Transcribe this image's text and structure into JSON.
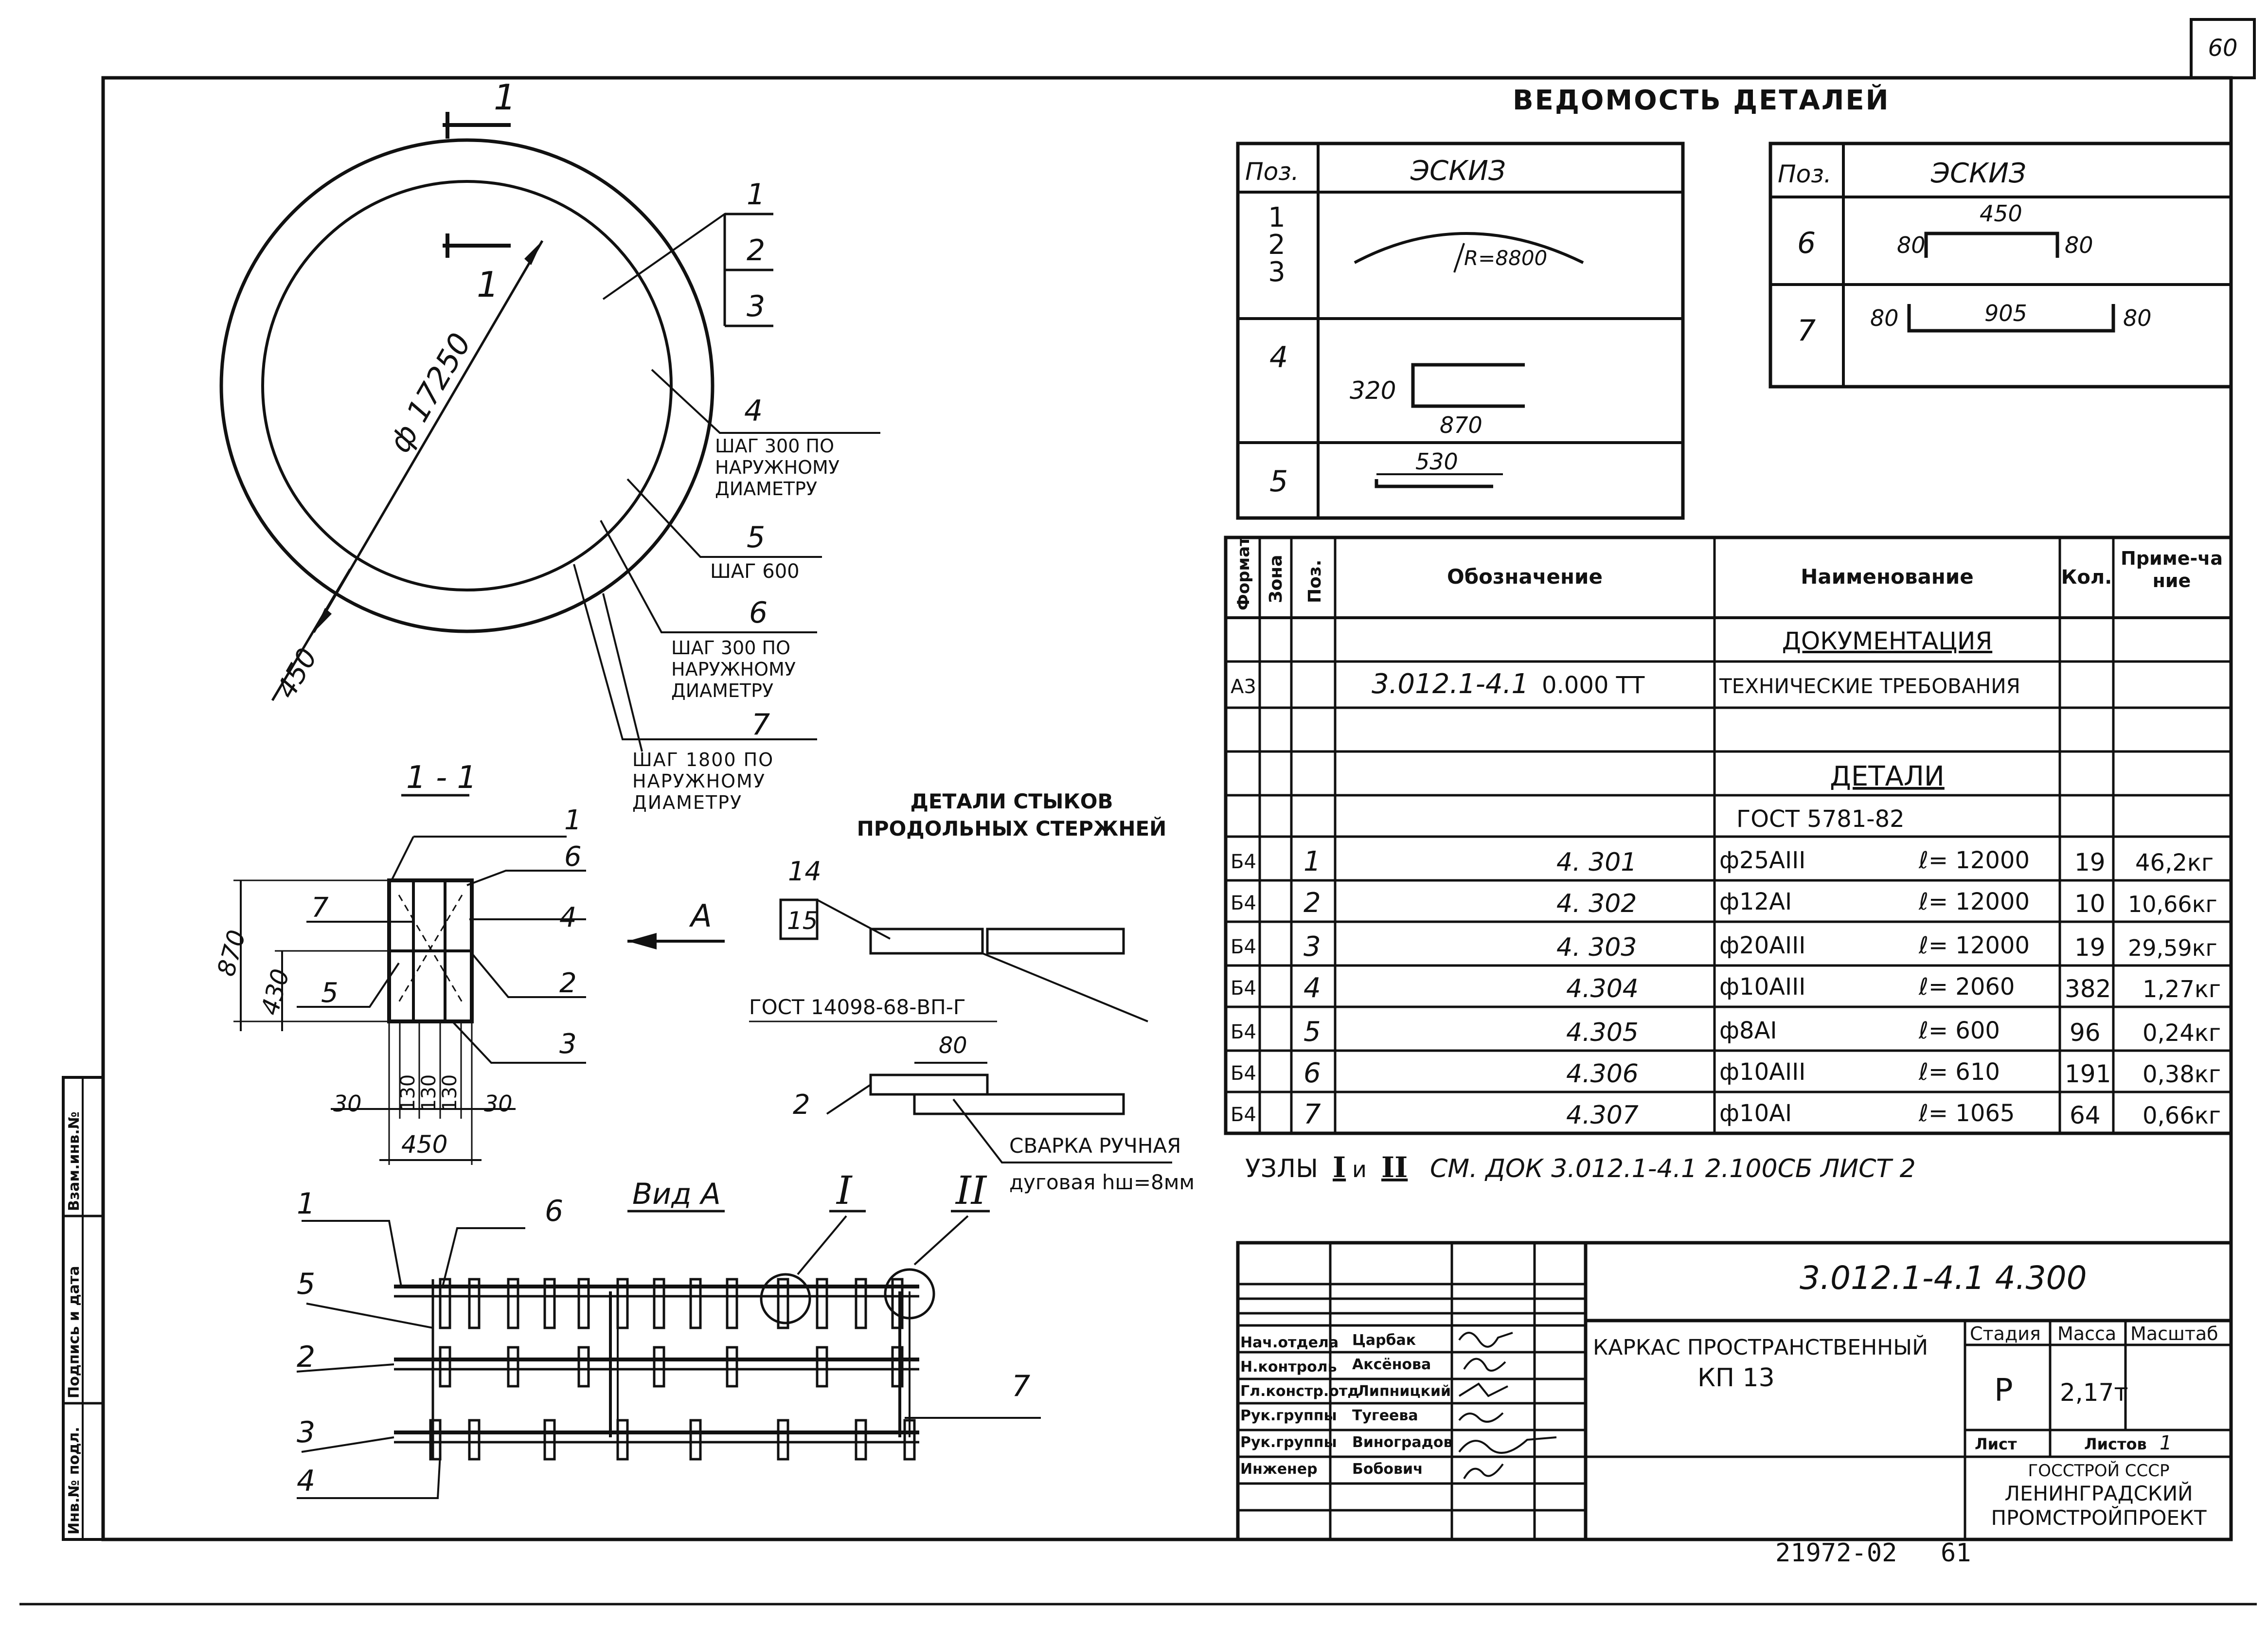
{
  "sheet_number": "60",
  "archive_number": "21972-02",
  "archive_page": "61",
  "left_strip": [
    "Инв.№ подл.",
    "Подпись и дата",
    "Взам.инв.№"
  ],
  "circle": {
    "section_mark": "1",
    "radius_label": "1",
    "diameter": "ф 17250",
    "width_dim": "450",
    "callouts": [
      {
        "pos": "1",
        "note": ""
      },
      {
        "pos": "2",
        "note": ""
      },
      {
        "pos": "3",
        "note": ""
      },
      {
        "pos": "4",
        "note": "шаг 300 по наружному диаметру"
      },
      {
        "pos": "5",
        "note": "шаг 600"
      },
      {
        "pos": "6",
        "note": "шаг 300 по наружному диаметру"
      },
      {
        "pos": "7",
        "note": "шаг 1800 по наружному диаметру"
      }
    ]
  },
  "section_1_1": {
    "title": "1 - 1",
    "height_total": "870",
    "height_lower": "430",
    "bottom_dims": [
      "30",
      "130",
      "130",
      "130",
      "30"
    ],
    "width_total": "450",
    "right_labels": [
      "1",
      "6",
      "4",
      "2",
      "3"
    ],
    "left_labels": [
      "7",
      "5"
    ],
    "arrow_label": "А"
  },
  "joint_details": {
    "title": "Детали стыков продольных стержней",
    "pos_top": "14",
    "pos_top2": "15",
    "gost": "ГОСТ 14098-68-ВП-Г",
    "overlap": "80",
    "pos_lower": "2",
    "weld_line1": "Сварка ручная",
    "weld_line2": "дуговая hш=8мм"
  },
  "view_a": {
    "title": "Вид А",
    "node1": "I",
    "node2": "II",
    "labels": [
      "1",
      "6",
      "5",
      "2",
      "3",
      "4",
      "7"
    ]
  },
  "details_list": {
    "title": "Ведомость деталей",
    "left": {
      "header_pos": "Поз.",
      "header_sketch": "Эскиз",
      "rows": [
        {
          "pos": "1\n2\n3",
          "sketch": "R=8800"
        },
        {
          "pos": "4",
          "sketch_a": "320",
          "sketch_b": "870"
        },
        {
          "pos": "5",
          "sketch": "530"
        }
      ]
    },
    "right": {
      "header_pos": "Поз.",
      "header_sketch": "Эскиз",
      "rows": [
        {
          "pos": "6",
          "mid": "450",
          "left": "80",
          "right": "80"
        },
        {
          "pos": "7",
          "mid": "905",
          "left": "80",
          "right": "80"
        }
      ]
    }
  },
  "spec": {
    "headers": {
      "format": "Формат",
      "zone": "Зона",
      "pos": "Поз.",
      "designation": "Обозначение",
      "name": "Наименование",
      "qty": "Кол.",
      "note": "Приме-чание"
    },
    "section_docs": "Документация",
    "doc_row": {
      "format": "А3",
      "designation": "3.012.1-4.1",
      "designation2": "0.000 ТТ",
      "name": "Технические требования"
    },
    "section_parts": "Детали",
    "gost": "ГОСТ 5781-82",
    "rows": [
      {
        "format": "Б4",
        "pos": "1",
        "designation": "4. 301",
        "name": "ф25АIII",
        "length": "ℓ= 12000",
        "qty": "19",
        "note": "46,2кг"
      },
      {
        "format": "Б4",
        "pos": "2",
        "designation": "4. 302",
        "name": "ф12АI",
        "length": "ℓ= 12000",
        "qty": "10",
        "note": "10,66кг"
      },
      {
        "format": "Б4",
        "pos": "3",
        "designation": "4. 303",
        "name": "ф20АIII",
        "length": "ℓ= 12000",
        "qty": "19",
        "note": "29,59кг"
      },
      {
        "format": "Б4",
        "pos": "4",
        "designation": "4.304",
        "name": "ф10АIII",
        "length": "ℓ= 2060",
        "qty": "382",
        "note": "1,27кг"
      },
      {
        "format": "Б4",
        "pos": "5",
        "designation": "4.305",
        "name": "ф8АI",
        "length": "ℓ= 600",
        "qty": "96",
        "note": "0,24кг"
      },
      {
        "format": "Б4",
        "pos": "6",
        "designation": "4.306",
        "name": "ф10АIII",
        "length": "ℓ= 610",
        "qty": "191",
        "note": "0,38кг"
      },
      {
        "format": "Б4",
        "pos": "7",
        "designation": "4.307",
        "name": "ф10АI",
        "length": "ℓ= 1065",
        "qty": "64",
        "note": "0,66кг"
      }
    ],
    "nodes_note_a": "Узлы",
    "nodes_note_b": "I",
    "nodes_note_c": "и",
    "nodes_note_d": "II",
    "nodes_note_e": "см. док 3.012.1-4.1 2.100СБ лист 2"
  },
  "title_block": {
    "doc_code": "3.012.1-4.1 4.300",
    "title_line1": "Каркас пространственный",
    "title_line2": "КП 13",
    "stage_label": "Стадия",
    "mass_label": "Масса",
    "scale_label": "Масштаб",
    "stage": "Р",
    "mass": "2,17т",
    "sheet_label": "Лист",
    "sheets_label": "Листов",
    "sheets": "1",
    "org1": "ГОССТРОЙ СССР",
    "org2": "ЛЕНИНГРАДСКИЙ",
    "org3": "ПРОМСТРОЙПРОЕКТ",
    "staff": [
      {
        "role": "Нач.отдела",
        "name": "Царбак"
      },
      {
        "role": "Н.контроль",
        "name": "Аксёнова"
      },
      {
        "role": "Гл.констр.отд",
        "name": "Липницкий"
      },
      {
        "role": "Рук.группы",
        "name": "Тугеева"
      },
      {
        "role": "Рук.группы",
        "name": "Виноградов"
      },
      {
        "role": "Инженер",
        "name": "Бобович"
      }
    ]
  }
}
